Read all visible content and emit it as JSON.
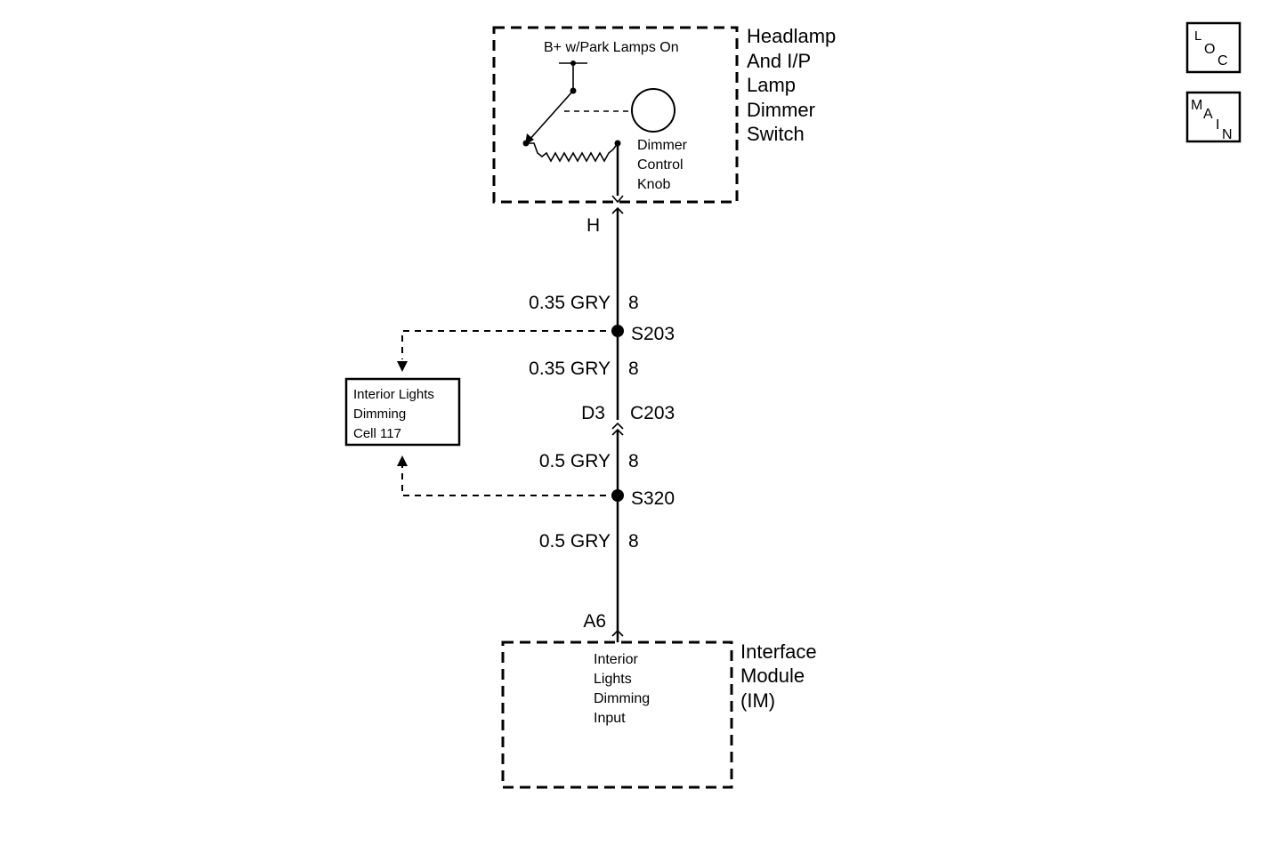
{
  "components": {
    "dimmer_switch": {
      "name_lines": [
        "Headlamp",
        "And I/P",
        "Lamp",
        "Dimmer",
        "Switch"
      ],
      "power_label": "B+ w/Park Lamps On",
      "knob_lines": [
        "Dimmer",
        "Control",
        "Knob"
      ]
    },
    "dimming_cell": {
      "lines": [
        "Interior Lights",
        "Dimming",
        "Cell 117"
      ]
    },
    "interface_module": {
      "name_lines": [
        "Interface",
        "Module",
        "(IM)"
      ],
      "input_lines": [
        "Interior",
        "Lights",
        "Dimming",
        "Input"
      ]
    }
  },
  "connectors": {
    "h": "H",
    "d3": "D3",
    "c203": "C203",
    "a6": "A6"
  },
  "splices": {
    "s203": "S203",
    "s320": "S320"
  },
  "wires": [
    {
      "size_color": "0.35 GRY",
      "circuit": "8"
    },
    {
      "size_color": "0.35 GRY",
      "circuit": "8"
    },
    {
      "size_color": "0.5 GRY",
      "circuit": "8"
    },
    {
      "size_color": "0.5 GRY",
      "circuit": "8"
    }
  ],
  "nav": {
    "loc": {
      "l": "L",
      "o": "O",
      "c": "C"
    },
    "main": {
      "m": "M",
      "a": "A",
      "i": "I",
      "n": "N"
    }
  }
}
